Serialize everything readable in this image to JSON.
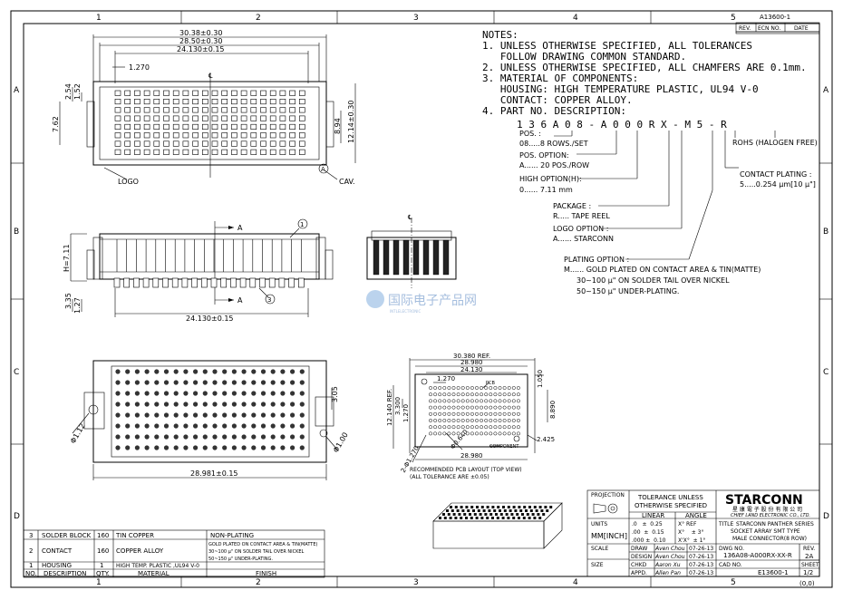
{
  "sheet": {
    "zone_cols": [
      "1",
      "2",
      "3",
      "4",
      "5"
    ],
    "zone_rows": [
      "A",
      "B",
      "C",
      "D"
    ],
    "drawing_id": "A13600-1",
    "rev_headers": {
      "rev": "REV.",
      "ecn": "ECN NO.",
      "date": "DATE"
    }
  },
  "notes": {
    "title": "NOTES:",
    "lines": [
      "1. UNLESS OTHERWISE SPECIFIED, ALL TOLERANCES",
      "   FOLLOW DRAWING COMMON STANDARD.",
      "2. UNLESS OTHERWISE SPECIFIED, ALL CHAMFERS ARE 0.1mm.",
      "3. MATERIAL OF COMPONENTS:",
      "   HOUSING: HIGH TEMPERATURE PLASTIC, UL94 V-0",
      "   CONTACT: COPPER ALLOY.",
      "4. PART NO. DESCRIPTION:"
    ],
    "part_no": "1 3 6 A 0 8 - A 0 0 0 R X - M 5 - R"
  },
  "part_desc": {
    "pos_label": "POS. :",
    "pos_value": "08.....8 ROWS./SET",
    "pos_option_label": "POS. OPTION:",
    "pos_option_value": "A...... 20 POS./ROW",
    "high_option_label": "HIGH OPTION(H):",
    "high_option_value": "0...... 7.11 mm",
    "package_label": "PACKAGE :",
    "package_value": "R..... TAPE REEL",
    "logo_option_label": "LOGO OPTION :",
    "logo_option_value": "A...... STARCONN",
    "plating_label": "PLATING OPTION :",
    "plating_line1": "M...... GOLD PLATED ON CONTACT AREA & TIN(MATTE)",
    "plating_line2": "30~100 μ\" ON SOLDER TAIL OVER NICKEL",
    "plating_line3": "50~150 μ\" UNDER-PLATING.",
    "rohs": "ROHS (HALOGEN FREE)",
    "contact_plating_label": "CONTACT PLATING :",
    "contact_plating_value": "5.....0.254 μm[10 μ\"]"
  },
  "top_view": {
    "dim_overall": "30.38±0.30",
    "dim_inner": "28.50±0.30",
    "dim_pitch_span": "24.130±0.15",
    "dim_pitch": "1.270",
    "dim_left1": "2.54",
    "dim_left2": "1.52",
    "dim_left3": "7.62",
    "dim_right1": "8.94",
    "dim_right2": "12.14±0.30",
    "logo": "LOGO",
    "cav": "CAV.",
    "marker_a": "A"
  },
  "front_view": {
    "section_a": "A",
    "height": "H=7.11",
    "dim_335": "3.35",
    "dim_127": "1.27",
    "dim_span": "24.130±0.15",
    "callout1": "1",
    "callout3": "3"
  },
  "bottom_view": {
    "dim_width": "28.981±0.15",
    "dim_305": "3.05",
    "dim_d112": "Φ1.12",
    "dim_d100": "Φ1.00"
  },
  "pcb_layout": {
    "dim_ref": "30.380 REF.",
    "dim_28980": "28.980",
    "dim_24130": "24.130",
    "dim_1270": "1.270",
    "dim_1050": "1.050",
    "dim_12140": "12.140 REF.",
    "dim_3300": "3.300",
    "dim_1270b": "1.270",
    "dim_8890": "8.890",
    "dim_0640": "Φ0.640",
    "dim_2x1270": "2-Φ1.270",
    "dim_2425": "2.425",
    "dim_bottom": "28.980",
    "pcb": "PCB",
    "component": "COMPONENT",
    "caption1": "RECOMMENDED PCB LAYOUT (TOP VIEW)",
    "caption2": "(ALL TOLERANCE ARE ±0.05)"
  },
  "bom": {
    "headers": [
      "NO.",
      "DESCRIPTION",
      "QTY.",
      "MATERIAL",
      "FINISH"
    ],
    "rows": [
      {
        "no": "3",
        "desc": "SOLDER BLOCK",
        "qty": "160",
        "material": "TIN COPPER",
        "finish": [
          "NON-PLATING"
        ]
      },
      {
        "no": "2",
        "desc": "CONTACT",
        "qty": "160",
        "material": "COPPER ALLOY",
        "finish": [
          "GOLD PLATED ON CONTACT AREA & TIN(MATTE)",
          "30~100 μ\" ON SOLDER TAIL OVER NICKEL",
          "50~150 μ\" UNDER-PLATING."
        ]
      },
      {
        "no": "1",
        "desc": "HOUSING",
        "qty": "1",
        "material": "HIGH TEMP. PLASTIC ,UL94 V-0",
        "finish": [
          ""
        ]
      }
    ]
  },
  "title_block": {
    "projection": "PROJECTION",
    "units": "UNITS",
    "units_value": "MM[INCH]",
    "scale": "SCALE",
    "size": "SIZE",
    "tol_title1": "TOLERANCE UNLESS",
    "tol_title2": "OTHERWISE SPECIFIED",
    "linear": "LINEAR",
    "angle": "ANGLE",
    "tol_rows": [
      {
        "lin": ".0   ±  0.25",
        "ang": "X° REF"
      },
      {
        "lin": ".00  ±  0.15",
        "ang": "X°    ± 3°"
      },
      {
        "lin": ".000 ±  0.10",
        "ang": "X'X°  ± 1°"
      }
    ],
    "sign_rows": [
      {
        "role": "DRAW",
        "name": "Aven Chou",
        "date": "07-26-13"
      },
      {
        "role": "DESIGN",
        "name": "Aven Chou",
        "date": "07-26-13"
      },
      {
        "role": "CHKD",
        "name": "Aaron Xu",
        "date": "07-26-13"
      },
      {
        "role": "APPD.",
        "name": "Allen Pan",
        "date": "07-26-13"
      }
    ],
    "company": "STARCONN",
    "company_cn": "星 康 電 子 股 份 有 限 公 司",
    "company_en": "CHIEF LAND ELECTRONIC CO., LTD.",
    "title_label": "TITLE",
    "title_line1": "STARCONN PANTHER SERIES",
    "title_line2": "SOCKET ARRAY SMT TYPE",
    "title_line3": "MALE CONNECTOR(8 ROW)",
    "dwg_label": "DWG NO.",
    "dwg_no": "136A08-A000RX-XX-R",
    "rev_label": "REV.",
    "rev": "2A",
    "cad_label": "CAD NO.",
    "cad_no": "E13600-1",
    "sheet_label": "SHEET",
    "sheet": "1/2",
    "coord": "(0,0)"
  },
  "watermark": {
    "cn": "国际电子产品网",
    "en": "INTLELECTRONIC"
  }
}
